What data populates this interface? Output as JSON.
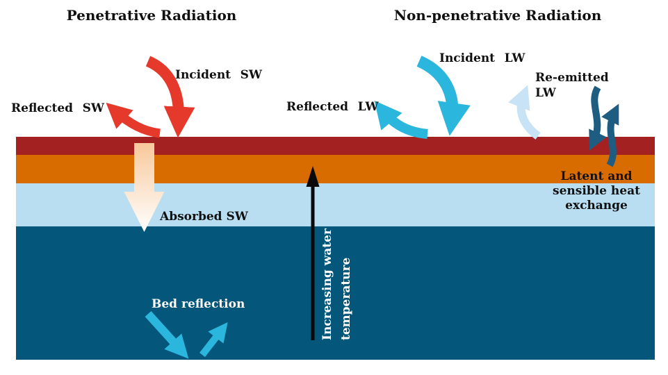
{
  "titles": {
    "left": "Penetrative Radiation",
    "right": "Non-penetrative Radiation"
  },
  "labels": {
    "incident_sw": "Incident SW",
    "reflected_sw": "Reflected SW",
    "incident_lw": "Incident LW",
    "reflected_lw": "Reflected LW",
    "re_emitted_lw": "Re-emitted LW",
    "latent_heat": "Latent and sensible heat exchange",
    "absorbed_sw": "Absorbed SW",
    "bed_reflection": "Bed reflection",
    "increasing_temp": "Increasing water temperature"
  },
  "layers": {
    "surface_skin": "#A32221",
    "upper_layer": "#D96C00",
    "mid_layer": "#B9DDF1",
    "deep_layer": "#04577B"
  },
  "arrow_colors": {
    "shortwave_red": "#E5392B",
    "longwave_cyan": "#2AB6DD",
    "re_emitted_pale": "#C8E2F6",
    "heat_navy": "#1E5C81",
    "temperature_black": "#0A0A0A",
    "absorbed_top": "#F8C89B",
    "absorbed_bottom": "#FFFFFF"
  }
}
